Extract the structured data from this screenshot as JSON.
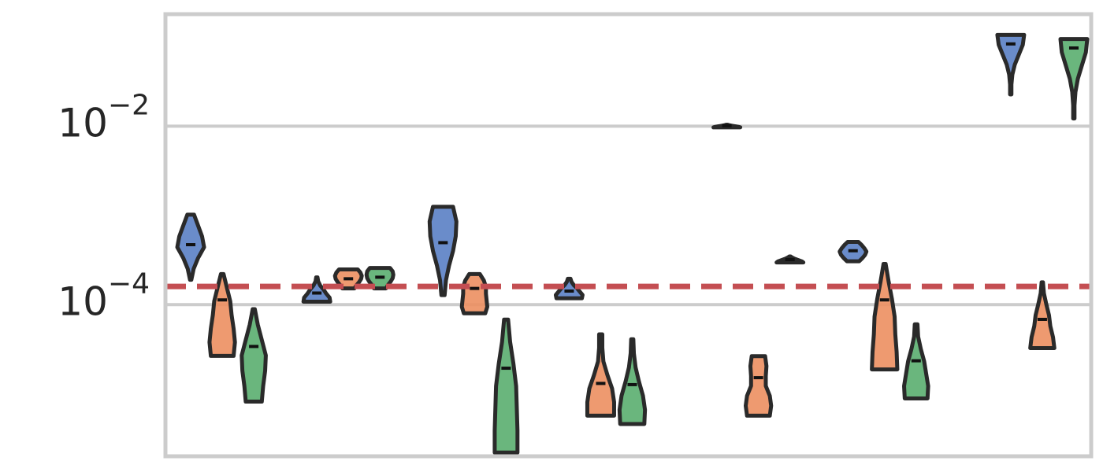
{
  "chart_data": {
    "type": "violin",
    "title": "",
    "xlabel": "",
    "ylabel": "",
    "yscale": "log",
    "ylim": [
      2e-06,
      0.18
    ],
    "y_ticks": [
      {
        "value": 0.01,
        "base": "10",
        "exp": "−2"
      },
      {
        "value": 0.0001,
        "base": "10",
        "exp": "−4"
      }
    ],
    "grid": true,
    "reference_line": {
      "value": 0.00016,
      "style": "dashed",
      "color": "#c44e52"
    },
    "series_colors": [
      "#5a80c4",
      "#ec8f61",
      "#5aae6f"
    ],
    "violins": [
      {
        "color": 0,
        "x": 1,
        "min": 0.00019,
        "max": 0.00102,
        "median": 0.00047,
        "widths": [
          0.05,
          0.22,
          0.55,
          1.0,
          0.85,
          0.55,
          0.25
        ]
      },
      {
        "color": 1,
        "x": 2,
        "min": 2.67e-05,
        "max": 0.00022,
        "median": 0.000113,
        "widths": [
          0.85,
          0.95,
          0.85,
          0.7,
          0.6,
          0.35,
          0.1
        ]
      },
      {
        "color": 2,
        "x": 3,
        "min": 8.2e-06,
        "max": 8.9e-05,
        "median": 3.4e-05,
        "widths": [
          0.6,
          0.7,
          0.85,
          0.9,
          0.6,
          0.3,
          0.08
        ]
      },
      {
        "color": 0,
        "x": 5,
        "min": 0.000108,
        "max": 0.000202,
        "median": 0.000135,
        "widths": [
          1.0,
          0.95,
          0.7,
          0.5,
          0.25,
          0.1,
          0.05
        ]
      },
      {
        "color": 1,
        "x": 6,
        "min": 0.000152,
        "max": 0.000248,
        "median": 0.000195,
        "widths": [
          0.45,
          0.6,
          0.8,
          0.95,
          1.0,
          0.9,
          0.7
        ]
      },
      {
        "color": 2,
        "x": 7,
        "min": 0.000152,
        "max": 0.000258,
        "median": 0.000203,
        "widths": [
          0.45,
          0.6,
          0.8,
          0.95,
          1.0,
          0.95,
          0.75
        ]
      },
      {
        "color": 0,
        "x": 9,
        "min": 0.000128,
        "max": 0.00125,
        "median": 0.000495,
        "widths": [
          0.12,
          0.22,
          0.45,
          0.75,
          0.95,
          1.0,
          0.75
        ]
      },
      {
        "color": 1,
        "x": 10,
        "min": 8e-05,
        "max": 0.00022,
        "median": 0.000152,
        "widths": [
          0.8,
          0.95,
          0.9,
          0.85,
          0.85,
          0.7,
          0.4
        ]
      },
      {
        "color": 2,
        "x": 11,
        "min": 2.2e-06,
        "max": 6.8e-05,
        "median": 1.94e-05,
        "widths": [
          0.85,
          0.85,
          0.8,
          0.75,
          0.55,
          0.3,
          0.15
        ]
      },
      {
        "color": 0,
        "x": 13,
        "min": 0.000118,
        "max": 0.000195,
        "median": 0.000142,
        "widths": [
          0.95,
          1.0,
          0.8,
          0.6,
          0.35,
          0.18,
          0.1
        ]
      },
      {
        "color": 1,
        "x": 14,
        "min": 5.7e-06,
        "max": 4.65e-05,
        "median": 1.31e-05,
        "widths": [
          1.0,
          1.0,
          0.85,
          0.5,
          0.2,
          0.12,
          0.12
        ]
      },
      {
        "color": 2,
        "x": 15,
        "min": 4.6e-06,
        "max": 4.1e-05,
        "median": 1.27e-05,
        "widths": [
          0.9,
          0.95,
          0.8,
          0.5,
          0.25,
          0.12,
          0.08
        ]
      },
      {
        "color": 0,
        "x": 18,
        "min": 0.0097,
        "max": 0.0104,
        "median": 0.0101,
        "widths": [
          1.0,
          0.9,
          0.7,
          0.5,
          0.3,
          0.15,
          0.05
        ]
      },
      {
        "color": 1,
        "x": 19,
        "min": 5.7e-06,
        "max": 2.65e-05,
        "median": 1.52e-05,
        "widths": [
          0.85,
          0.95,
          0.85,
          0.55,
          0.55,
          0.6,
          0.5
        ]
      },
      {
        "color": 2,
        "x": 20,
        "min": 0.000297,
        "max": 0.000347,
        "median": 0.00032,
        "widths": [
          1.0,
          0.9,
          0.7,
          0.5,
          0.3,
          0.15,
          0.05
        ]
      },
      {
        "color": 0,
        "x": 22,
        "min": 0.000306,
        "max": 0.000505,
        "median": 0.000402,
        "widths": [
          0.45,
          0.7,
          0.9,
          1.0,
          0.85,
          0.65,
          0.4
        ]
      },
      {
        "color": 1,
        "x": 23,
        "min": 1.88e-05,
        "max": 0.000286,
        "median": 0.000113,
        "widths": [
          0.95,
          0.9,
          0.8,
          0.75,
          0.55,
          0.3,
          0.08
        ]
      },
      {
        "color": 2,
        "x": 24,
        "min": 8.9e-06,
        "max": 6.03e-05,
        "median": 2.35e-05,
        "widths": [
          0.85,
          0.9,
          0.75,
          0.6,
          0.35,
          0.15,
          0.1
        ]
      },
      {
        "color": 0,
        "x": 27,
        "min": 0.0227,
        "max": 0.1055,
        "median": 0.0835,
        "widths": [
          0.05,
          0.05,
          0.12,
          0.3,
          0.6,
          0.9,
          1.0
        ]
      },
      {
        "color": 1,
        "x": 28,
        "min": 3.26e-05,
        "max": 0.000178,
        "median": 6.84e-05,
        "widths": [
          0.9,
          0.8,
          0.6,
          0.5,
          0.3,
          0.12,
          0.05
        ]
      },
      {
        "color": 2,
        "x": 29,
        "min": 0.0122,
        "max": 0.0948,
        "median": 0.0752,
        "widths": [
          0.05,
          0.05,
          0.12,
          0.3,
          0.6,
          0.9,
          1.0
        ]
      }
    ],
    "x_range": [
      0.2,
      29.55
    ]
  }
}
